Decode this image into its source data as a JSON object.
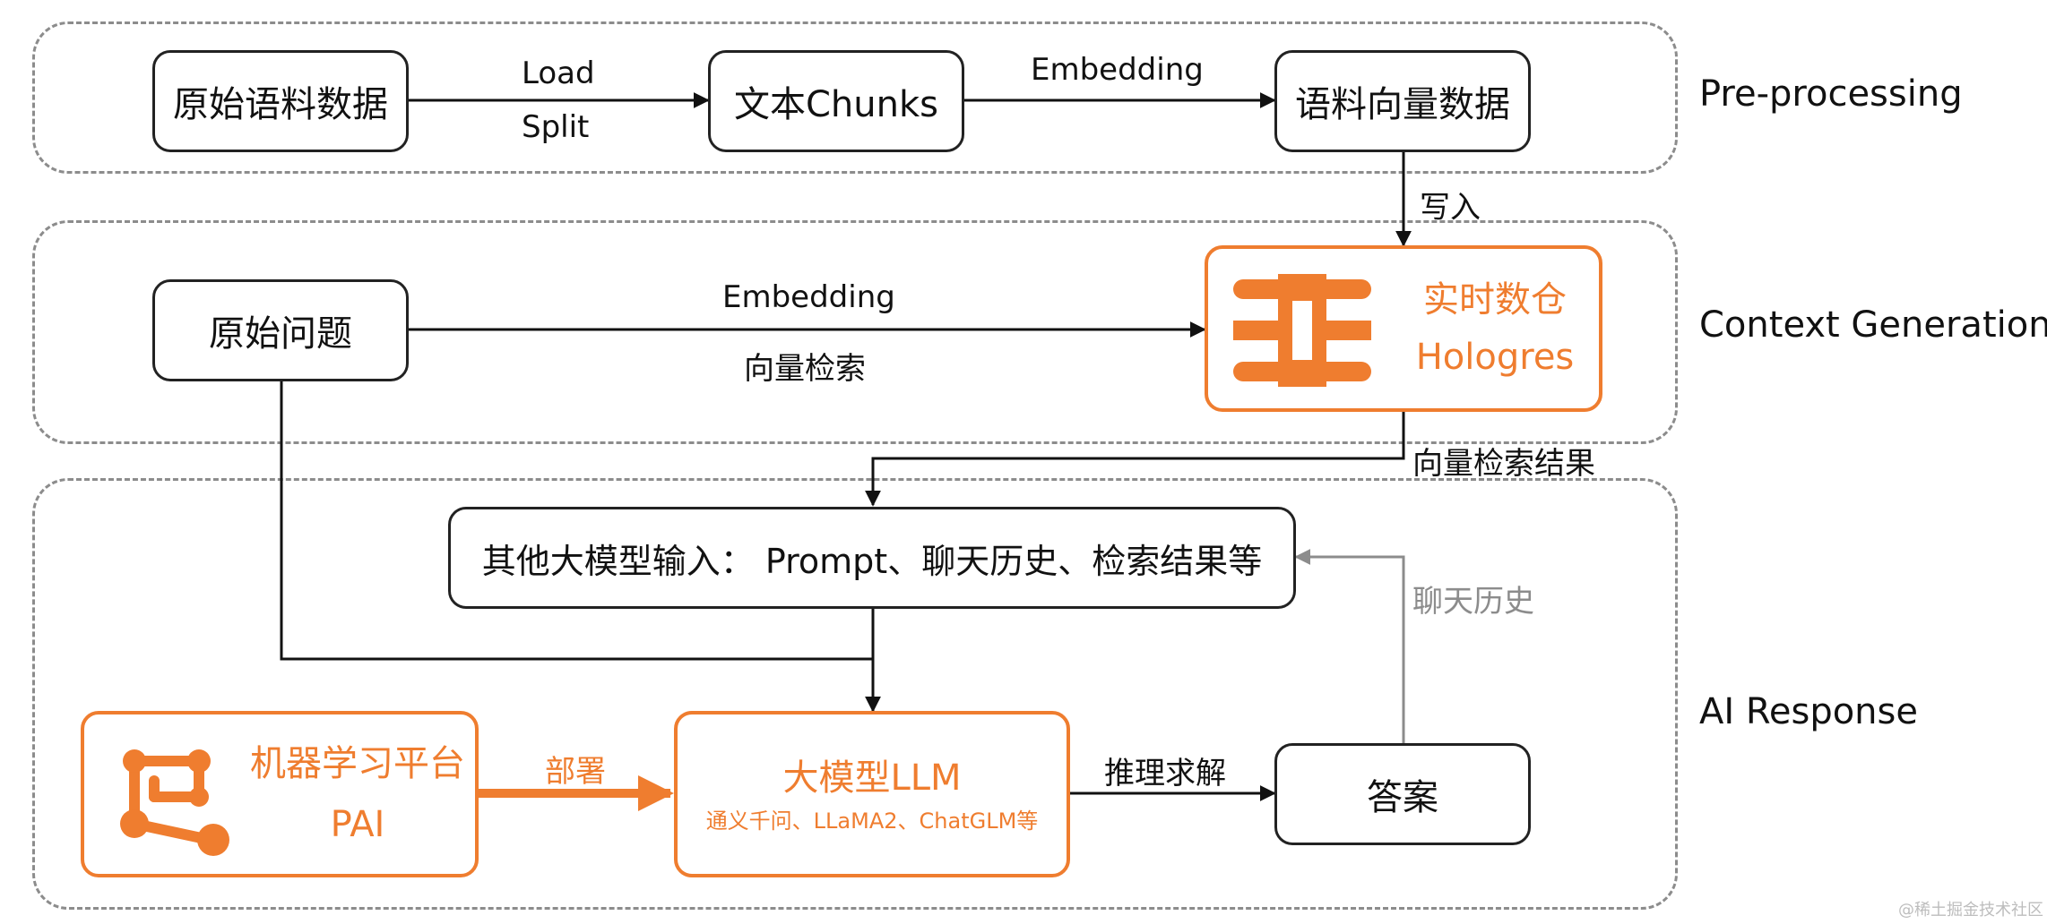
{
  "stages": {
    "preprocessing": "Pre-processing",
    "context_generation": "Context Generation",
    "ai_response": "AI Response"
  },
  "nodes": {
    "raw_corpus": "原始语料数据",
    "text_chunks": "文本Chunks",
    "corpus_vectors": "语料向量数据",
    "raw_question": "原始问题",
    "realtime_warehouse_title": "实时数仓",
    "realtime_warehouse_subtitle": "Hologres",
    "other_llm_inputs": "其他大模型输入： Prompt、聊天历史、检索结果等",
    "ml_platform_title": "机器学习平台",
    "ml_platform_subtitle": "PAI",
    "llm_title": "大模型LLM",
    "llm_subtitle": "通义千问、LLaMA2、ChatGLM等",
    "answer": "答案"
  },
  "edges": {
    "load": "Load",
    "split": "Split",
    "embedding_1": "Embedding",
    "write": "写入",
    "embedding_2": "Embedding",
    "vector_search": "向量检索",
    "vector_search_result": "向量检索结果",
    "chat_history": "聊天历史",
    "deploy": "部署",
    "inference": "推理求解"
  },
  "watermark": "@稀土掘金技术社区",
  "colors": {
    "accent": "#ef7d2f",
    "dashed_border": "#8c8c8c",
    "feedback_arrow": "#8c8c8c",
    "text": "#111111"
  },
  "icons": [
    "database-icon",
    "ml-platform-graph-icon"
  ]
}
